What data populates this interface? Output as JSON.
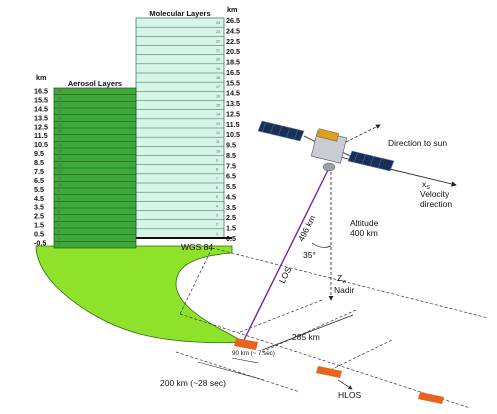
{
  "diagram": {
    "molecular_layers_label": "Molecular Layers",
    "aerosol_layers_label": "Aerosol Layers",
    "km_unit": "km",
    "surface_label": "WGS 84",
    "right_altitude_ticks": [
      "26.5",
      "24.5",
      "22.5",
      "20.5",
      "18.5",
      "16.5",
      "15.5",
      "14.5",
      "13.5",
      "12.5",
      "11.5",
      "10.5",
      "9.5",
      "8.5",
      "7.5",
      "6.5",
      "5.5",
      "4.5",
      "3.5",
      "2.5",
      "1.5",
      "0.5"
    ],
    "left_altitude_ticks": [
      "16.5",
      "15.5",
      "14.5",
      "13.5",
      "12.5",
      "11.5",
      "10.5",
      "9.5",
      "8.5",
      "7.5",
      "6.5",
      "5.5",
      "4.5",
      "3.5",
      "2.5",
      "1.5",
      "0.5",
      "-0.5"
    ],
    "molecular_layer_numbers": [
      "24",
      "23",
      "22",
      "21",
      "20",
      "19",
      "18",
      "17",
      "16",
      "15",
      "14",
      "13",
      "12",
      "11",
      "10",
      "9",
      "8",
      "7",
      "6",
      "5",
      "4",
      "3",
      "2",
      "1"
    ],
    "aerosol_layer_numbers": [
      "24",
      "23",
      "22",
      "21",
      "20",
      "19",
      "18",
      "17",
      "16",
      "15",
      "14",
      "13",
      "12",
      "11",
      "10",
      "9",
      "8",
      "7",
      "6",
      "5",
      "4",
      "3",
      "2",
      "1"
    ],
    "direction_to_sun_label": "Direction to sun",
    "velocity_axis_label": "x",
    "velocity_axis_subscript": "S",
    "velocity_direction_line1": "Velocity",
    "velocity_direction_line2": "direction",
    "altitude_line1": "Altitude",
    "altitude_line2": "400 km",
    "angle_label": "35°",
    "z_axis_label": "Z",
    "z_axis_subscript": "w",
    "nadir_label": "Nadir",
    "los_label": "LOS",
    "los_distance_label": "496 km",
    "ground_offset_label": "285 km",
    "measurement_length_label": "90 km (~ 7 sec)",
    "repeat_distance_label": "200 km (~28 sec)",
    "hlos_label": "HLOS",
    "colors": {
      "molecular_fill": "#d6f5e8",
      "aerosol_fill": "#3fa83a",
      "ground_fill": "#8fe22a",
      "footprint": "#e8641c",
      "los_line": "#6a2aa8"
    }
  }
}
